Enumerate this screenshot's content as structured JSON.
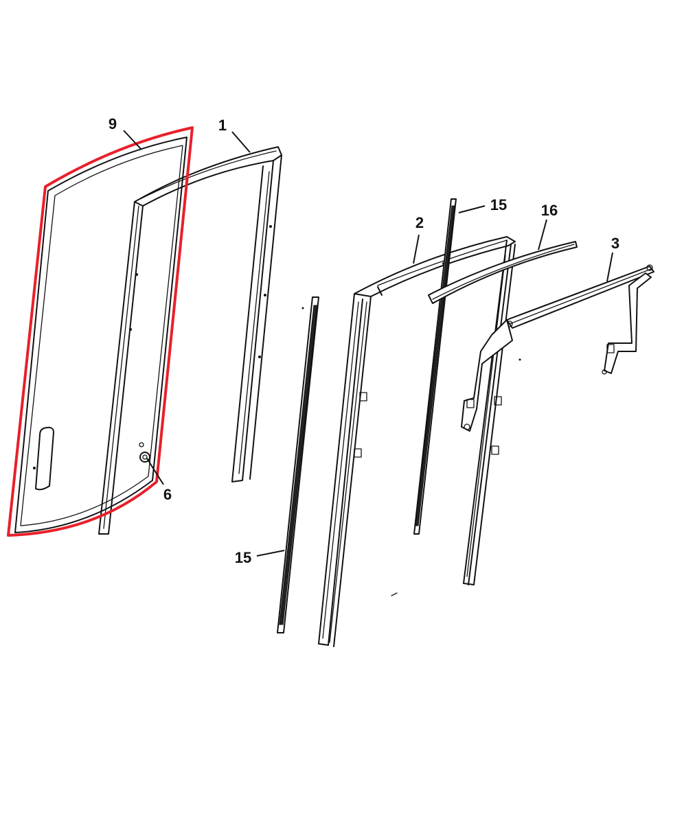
{
  "labels": {
    "l9": "9",
    "l1": "1",
    "l15a": "15",
    "l2": "2",
    "l16": "16",
    "l3": "3",
    "l6": "6",
    "l15b": "15"
  },
  "colors": {
    "highlight": "#e8202a",
    "line": "#111111",
    "background": "#ffffff"
  }
}
